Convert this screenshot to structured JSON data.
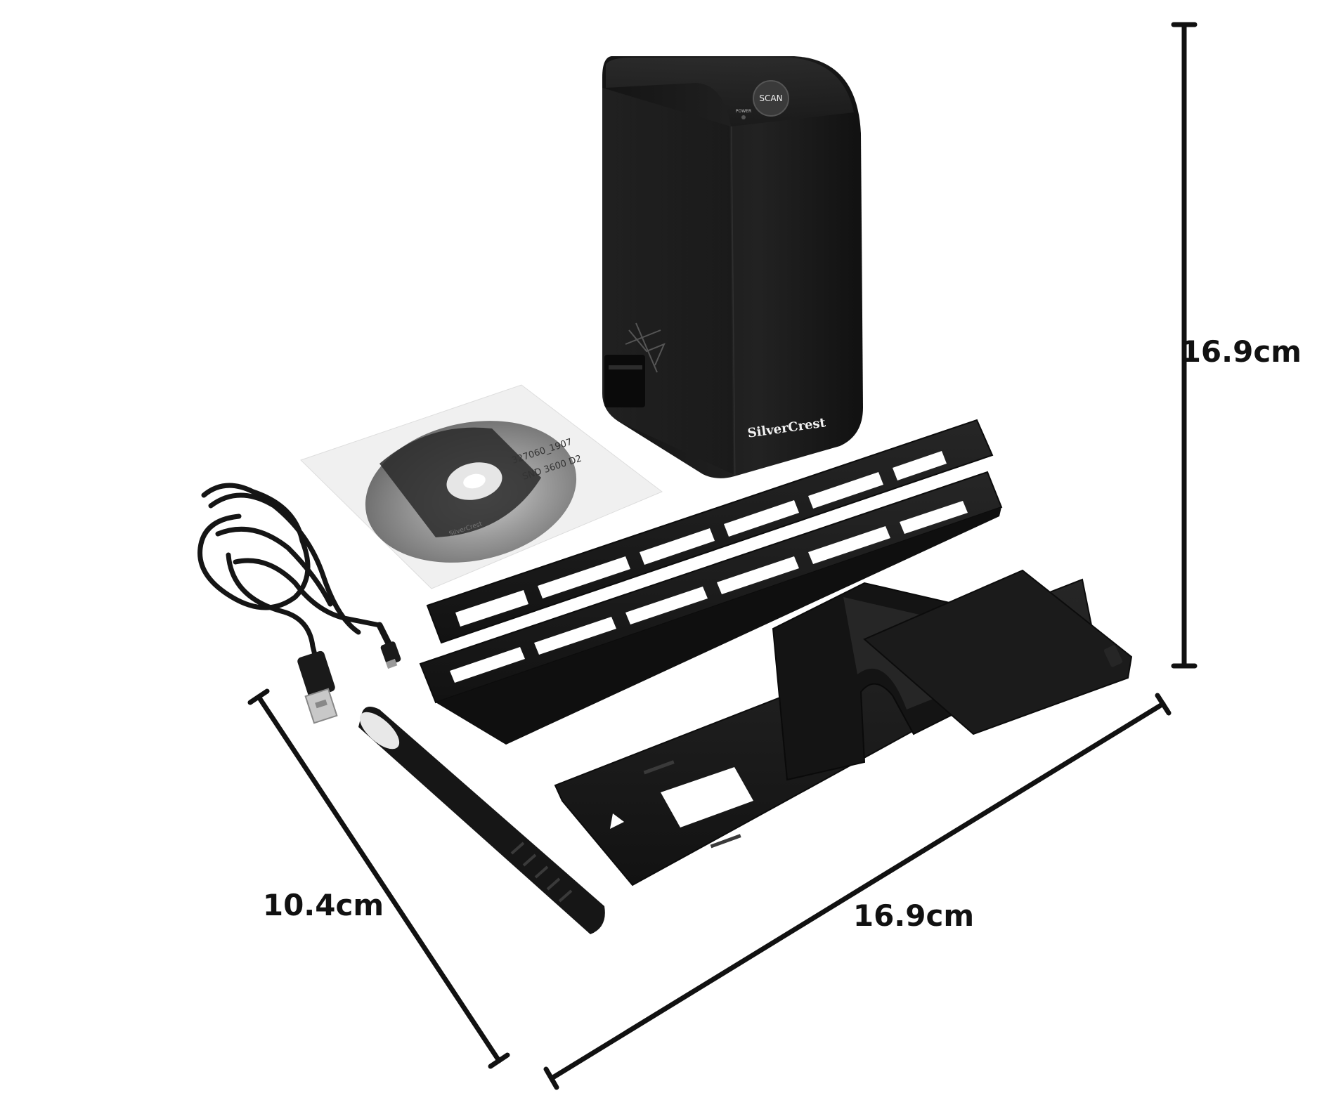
{
  "dimensions": {
    "height_label": "16.9cm",
    "width_label": "16.9cm",
    "depth_label": "10.4cm"
  },
  "scanner": {
    "brand_label": "SilverCrest",
    "scan_button_label": "SCAN",
    "power_label": "POWER"
  },
  "cd": {
    "sleeve_text_line1": "327060_1907",
    "sleeve_text_line2": "SND 3600 D2",
    "disc_brand": "SilverCrest"
  },
  "colors": {
    "device_body": "#1d1d1d",
    "background": "#ffffff",
    "dimension_lines": "#111111"
  },
  "icons": [
    "usb-cable-icon",
    "cleaning-brush-icon",
    "film-holder-icon",
    "slide-holder-icon",
    "cd-icon"
  ]
}
